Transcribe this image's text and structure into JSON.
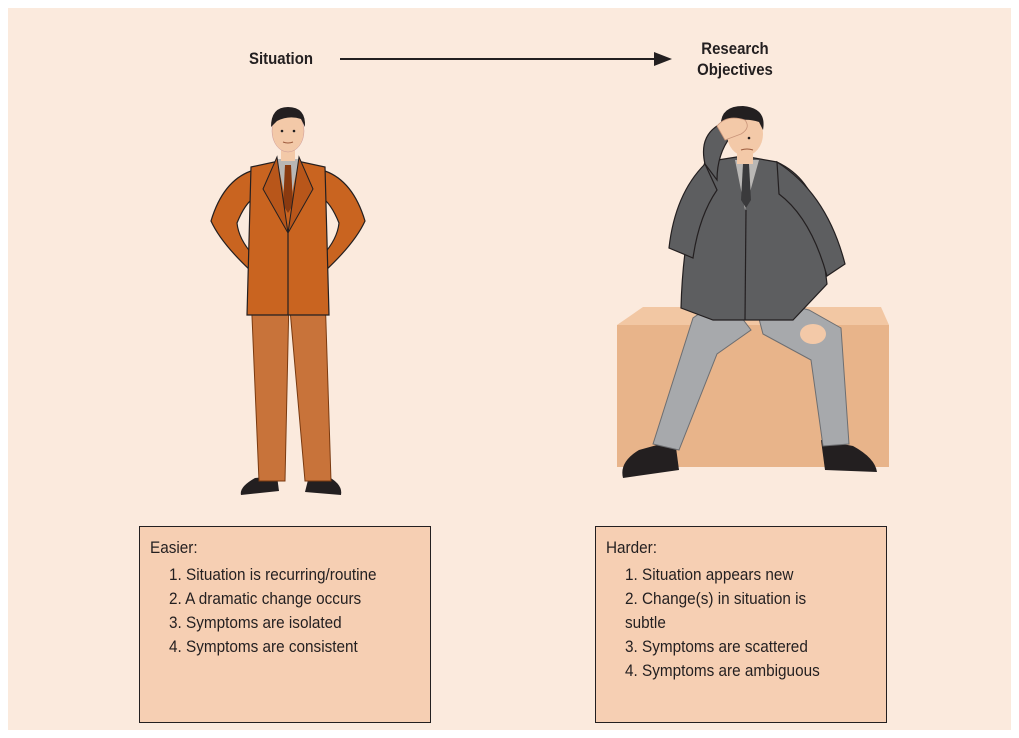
{
  "diagram": {
    "left_heading": "Situation",
    "right_heading": [
      "Research",
      "Objectives"
    ],
    "left_figure": "standing-man-orange-suit",
    "right_figure": "seated-man-gray-suit-hand-on-forehead",
    "left_box": {
      "title": "Easier:",
      "items": [
        "1. Situation is recurring/routine",
        "2. A dramatic change occurs",
        "3. Symptoms are isolated",
        "4. Symptoms are consistent"
      ]
    },
    "right_box": {
      "title": "Harder:",
      "items": [
        "1. Situation appears new",
        "2. Change(s) in situation is",
        "subtle",
        "3. Symptoms are scattered",
        "4. Symptoms are ambiguous"
      ]
    },
    "colors": {
      "background": "#fbeadd",
      "box_fill": "#f6cfb3",
      "orange_suit": "#c96420",
      "gray_suit": "#5d5e60",
      "gray_pants": "#a7a9ac",
      "crate": "#e8b48a",
      "text": "#231f20"
    }
  }
}
